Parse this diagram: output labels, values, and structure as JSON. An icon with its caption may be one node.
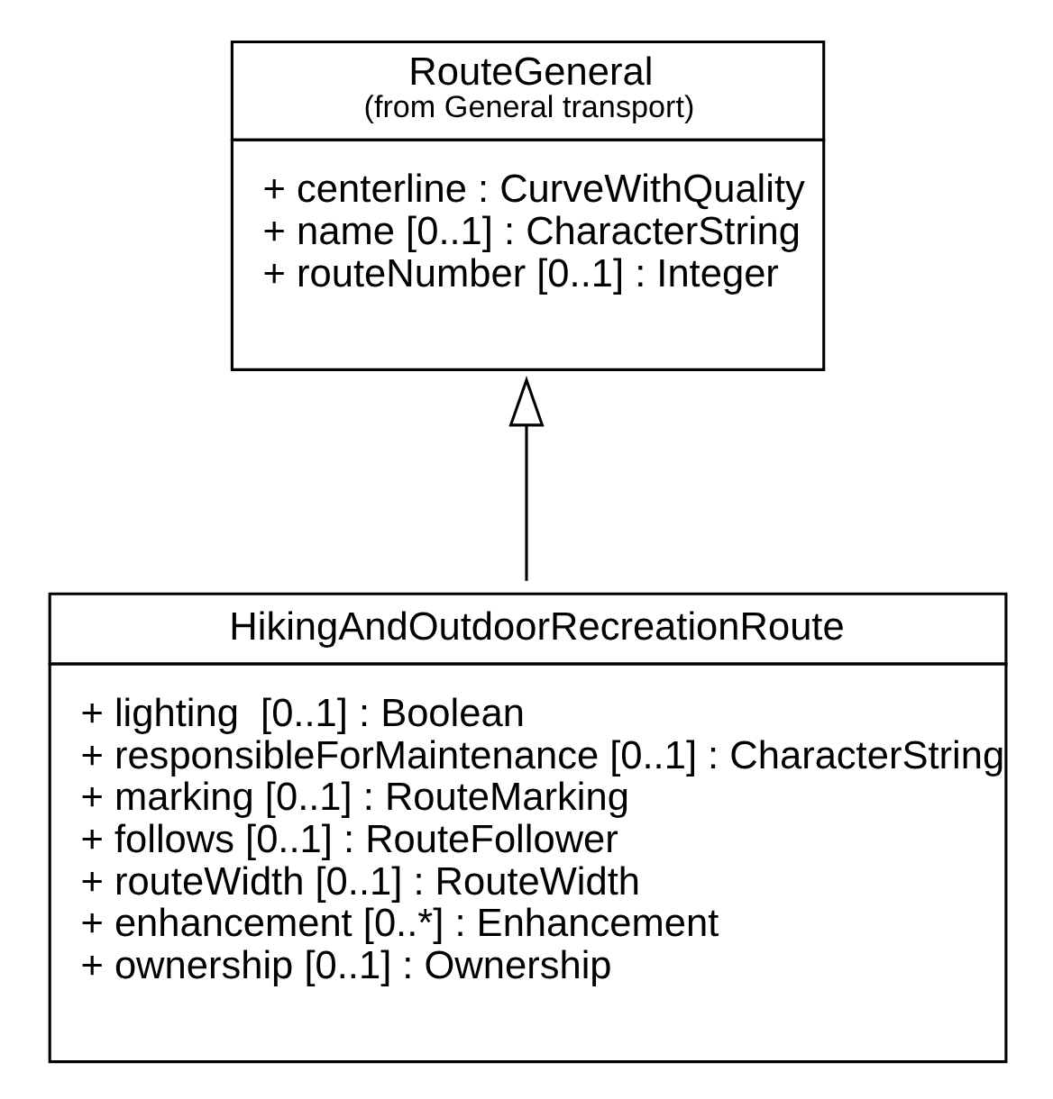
{
  "diagram": {
    "nodes": [
      {
        "text": [
          "RouteGeneral",
          "(from General transport)",
          "+ centerline : CurveWithQuality",
          "+ name [0..1] : CharacterString",
          "+ routeNumber [0..1] : Integer"
        ]
      },
      {
        "text": [
          "HikingAndOutdoorRecreationRoute",
          "+ lighting  [0..1] : Boolean",
          "+ responsibleForMaintenance [0..1] : CharacterString",
          "+ marking [0..1] : RouteMarking",
          "+ follows [0..1] : RouteFollower",
          "+ routeWidth [0..1] : RouteWidth",
          "+ enhancement [0..*] : Enhancement",
          "+ ownership [0..1] : Ownership"
        ]
      }
    ],
    "edges": [
      {
        "from": 1,
        "to": 0,
        "arrow": "to"
      }
    ]
  }
}
